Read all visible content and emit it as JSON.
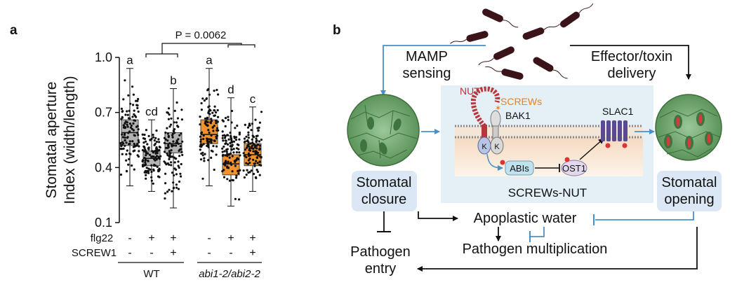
{
  "panel_a": {
    "label": "a",
    "p_value": "P = 0.0062",
    "ylabel_line1": "Stomatal aperture",
    "ylabel_line2": "Index (width/length)",
    "row_labels": [
      "flg22",
      "SCREW1"
    ],
    "group_labels": [
      "WT",
      "abi1-2/abi2-2"
    ],
    "treatment_signs": {
      "flg22": [
        "-",
        "+",
        "+",
        "-",
        "+",
        "+"
      ],
      "SCREW1": [
        "-",
        "-",
        "+",
        "-",
        "-",
        "+"
      ]
    },
    "colors": {
      "wt_box": "#b3b3b3",
      "abi_box": "#f2922c",
      "points": "#111111"
    },
    "chart_data": {
      "type": "box",
      "ylim": [
        0.1,
        1.0
      ],
      "yticks": [
        0.1,
        0.4,
        0.7,
        1.0
      ],
      "series": [
        {
          "group": "WT",
          "q1": 0.52,
          "median": 0.59,
          "q3": 0.66,
          "min": 0.3,
          "max": 0.94,
          "letter": "a"
        },
        {
          "group": "WT",
          "q1": 0.41,
          "median": 0.45,
          "q3": 0.49,
          "min": 0.27,
          "max": 0.66,
          "letter": "cd"
        },
        {
          "group": "WT",
          "q1": 0.48,
          "median": 0.53,
          "q3": 0.59,
          "min": 0.18,
          "max": 0.83,
          "letter": "b"
        },
        {
          "group": "abi1-2/abi2-2",
          "q1": 0.53,
          "median": 0.58,
          "q3": 0.66,
          "min": 0.3,
          "max": 0.94,
          "letter": "a"
        },
        {
          "group": "abi1-2/abi2-2",
          "q1": 0.36,
          "median": 0.42,
          "q3": 0.47,
          "min": 0.19,
          "max": 0.78,
          "letter": "d"
        },
        {
          "group": "abi1-2/abi2-2",
          "q1": 0.41,
          "median": 0.47,
          "q3": 0.53,
          "min": 0.27,
          "max": 0.73,
          "letter": "c"
        }
      ]
    }
  },
  "panel_b": {
    "label": "b",
    "mamp": [
      "MAMP",
      "sensing"
    ],
    "effector": [
      "Effector/toxin",
      "delivery"
    ],
    "closure": [
      "Stomatal",
      "closure"
    ],
    "opening": [
      "Stomatal",
      "opening"
    ],
    "nut": "NUT",
    "screws": "SCREWs",
    "bak1": "BAK1",
    "slac1": "SLAC1",
    "kinase": "K",
    "abis": "ABIs",
    "ost1": "OST1",
    "screws_nut": "SCREWs-NUT",
    "apoplastic": "Apoplastic water",
    "multiplication": "Pathogen multiplication",
    "entry": [
      "Pathogen",
      "entry"
    ],
    "colors": {
      "blue": "#4a90c8",
      "nut_red": "#b8353b",
      "screws_orange": "#e0832a",
      "slac_purple": "#5a4a90",
      "leaf_green": "#6ea06a"
    }
  }
}
